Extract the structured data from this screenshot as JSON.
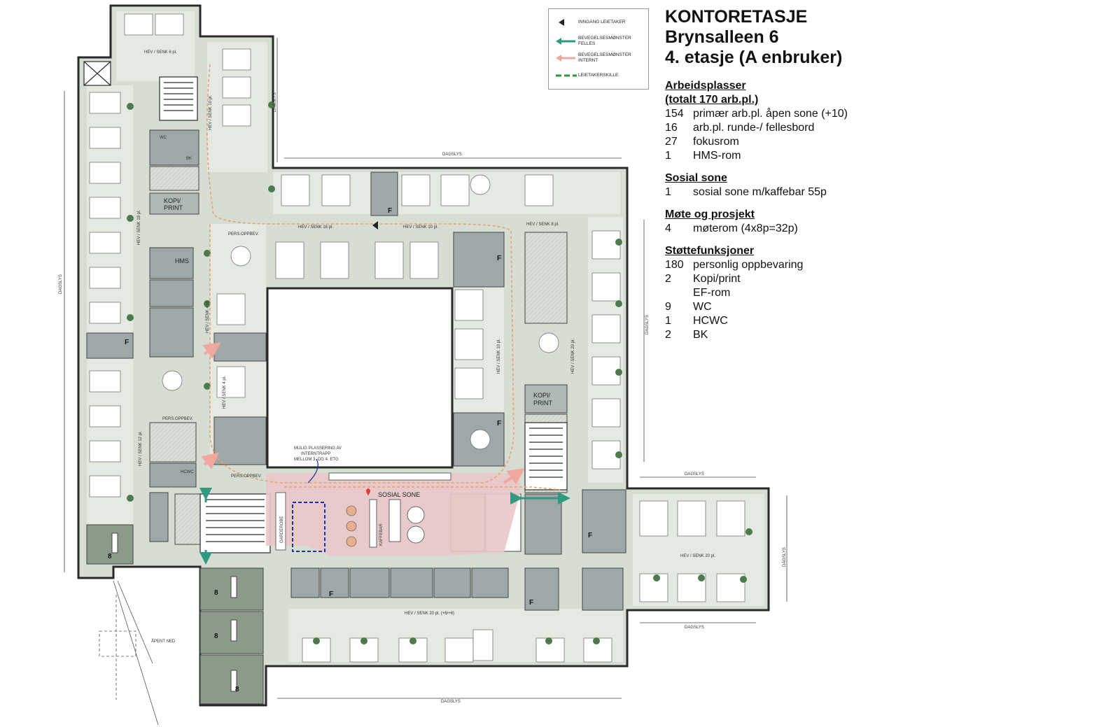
{
  "title": {
    "line1": "KONTORETASJE",
    "line2": "Brynsalleen 6",
    "line3": "4. etasje  (A enbruker)"
  },
  "sections": [
    {
      "heading": "Arbeidsplasser",
      "subheading": "(totalt 170 arb.pl.)",
      "rows": [
        {
          "n": "154",
          "text": "primær arb.pl. åpen sone (+10)"
        },
        {
          "n": "16",
          "text": "arb.pl. runde-/ fellesbord"
        },
        {
          "n": "27",
          "text": "fokusrom"
        },
        {
          "n": "1",
          "text": "HMS-rom"
        }
      ]
    },
    {
      "heading": "Sosial sone",
      "rows": [
        {
          "n": "1",
          "text": "sosial sone m/kaffebar 55p"
        }
      ]
    },
    {
      "heading": "Møte og prosjekt",
      "rows": [
        {
          "n": "4",
          "text": "møterom (4x8p=32p)"
        }
      ]
    },
    {
      "heading": "Støttefunksjoner",
      "rows": [
        {
          "n": "180",
          "text": "personlig oppbevaring"
        },
        {
          "n": "2",
          "text": "Kopi/print"
        },
        {
          "n": "",
          "text": "EF-rom"
        },
        {
          "n": "9",
          "text": "WC"
        },
        {
          "n": "1",
          "text": "HCWC"
        },
        {
          "n": "2",
          "text": "BK"
        }
      ]
    }
  ],
  "legend": {
    "inngang": "INNGANG LEIETAKER",
    "felles": "BEVEGELSESMØNSTER FELLES",
    "internt": "BEVEGELSESMØNSTER INTERNT",
    "skille": "LEIETAKERSKILLE"
  },
  "plan_labels": {
    "dagslys": "DAGSLYS",
    "kopi": "KOPI/",
    "print": "PRINT",
    "hms": "HMS",
    "wc": "WC",
    "bk": "BK",
    "hcwc": "HCWC",
    "f": "F",
    "meeting_8": "8",
    "sosial": "SOSIAL SONE",
    "kaffebar": "KAFFEBAR",
    "garderobe": "GARDEROBE",
    "pers_oppbev": "PERS.OPPBEV.",
    "apent_ned": "ÅPENT NED",
    "trapp_note_1": "MULIG PLASSERING AV",
    "trapp_note_2": "INTERNTRAPP",
    "trapp_note_3": "MELLOM 3. OG 4. ETG",
    "hev_6": "HEV / SENK 6 pl.",
    "hev_10": "HEV / SENK 10 pl.",
    "hev_18": "HEV / SENK 18 pl.",
    "hev_16": "HEV / SENK 16 pl.",
    "hev_8": "HEV / SENK 8 pl.",
    "hev_4": "HEV / SENK 4 pl.",
    "hev_12": "HEV / SENK 12 pl.",
    "hev_20": "HEV / SENK 20 pl.",
    "hev_20_plus": "HEV / SENK 20 pl. (+6/+6)"
  },
  "colors": {
    "floor": "#d6ddd2",
    "open_area": "#e4e9e1",
    "room": "#9ea8a8",
    "meeting": "#8a9b8a",
    "social": "#e9c8c8",
    "path_internal": "#e8a070",
    "path_common": "#2f9a7f",
    "wall": "#2a2a2a"
  }
}
